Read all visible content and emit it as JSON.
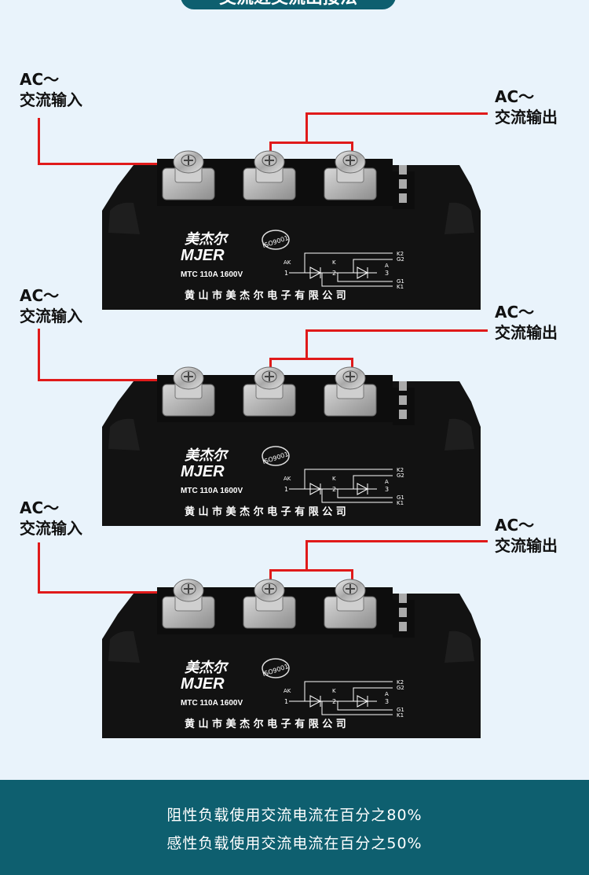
{
  "header": {
    "title": "交流进交流出接法"
  },
  "sections": [
    {
      "input_line1": "AC～",
      "input_line2": "交流输入",
      "output_line1": "AC～",
      "output_line2": "交流输出"
    },
    {
      "input_line1": "AC～",
      "input_line2": "交流输入",
      "output_line1": "AC～",
      "output_line2": "交流输出"
    },
    {
      "input_line1": "AC～",
      "input_line2": "交流输入",
      "output_line1": "AC～",
      "output_line2": "交流输出"
    }
  ],
  "module": {
    "brand_cn": "美杰尔",
    "brand_en": "MJER",
    "iso": "ISO9001",
    "model": "MTC  110A  1600V",
    "company": "黄 山 市 美 杰 尔 电 子 有 限 公 司",
    "pin_ak": "AK",
    "pin_k": "K",
    "pin_a": "A",
    "pin_1": "1",
    "pin_2": "2",
    "pin_3": "3",
    "pin_k2": "K2",
    "pin_g2": "G2",
    "pin_g1": "G1",
    "pin_k1": "K1"
  },
  "footer": {
    "line1": "阻性负载使用交流电流在百分之80%",
    "line2": "感性负载使用交流电流在百分之50%"
  },
  "colors": {
    "accent": "#0e5f6f",
    "wire": "#e01a1a",
    "background": "#e9f3fb",
    "module": "#121212"
  }
}
